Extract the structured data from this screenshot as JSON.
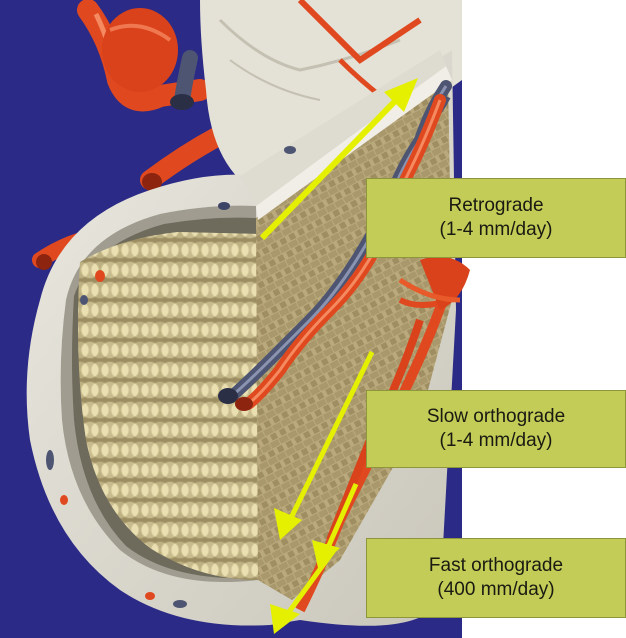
{
  "labels": {
    "retrograde": {
      "name": "Retrograde",
      "rate": "(1-4 mm/day)"
    },
    "slow_orthograde": {
      "name": "Slow orthograde",
      "rate": "(1-4 mm/day)"
    },
    "fast_orthograde": {
      "name": "Fast orthograde",
      "rate": "(400 mm/day)"
    }
  },
  "colors": {
    "background_navy": "#2b2a86",
    "label_box": "#c2cc56",
    "arrow": "#e4f000",
    "axon_fibers": "#e8dcaa",
    "artery": "#e0491f",
    "vein": "#4d5572",
    "sheath": "#dcdad0"
  }
}
